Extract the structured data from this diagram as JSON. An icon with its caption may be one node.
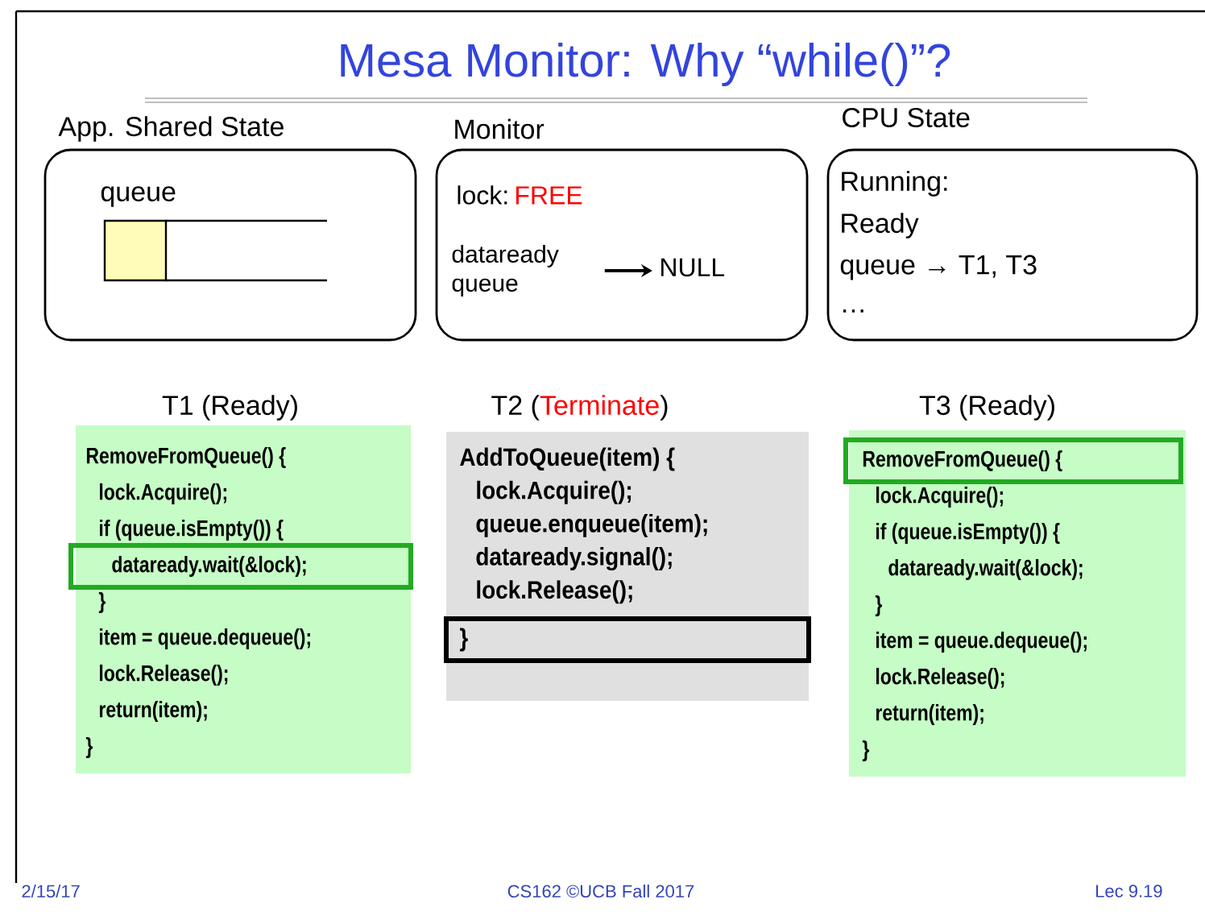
{
  "diagram": {
    "title": "Mesa Monitor: Why “while()”?",
    "nodes": [
      {
        "text": [
          "App. Shared State",
          "queue"
        ]
      },
      {
        "text": [
          "Monitor",
          "lock:",
          "FREE"
        ]
      },
      {
        "text": [
          "dataready queue"
        ],
        "in": 1
      },
      {
        "text": [
          "NULL"
        ],
        "in": 1
      },
      {
        "text": [
          "CPU State",
          "Running:",
          "Ready",
          "queue → T1, T3",
          "…"
        ]
      },
      {
        "text": [
          "T1 (Ready)",
          "RemoveFromQueue() {",
          "lock.Acquire();",
          "if (queue.isEmpty()) {",
          "dataready.wait(&lock);",
          "}",
          "item = queue.dequeue();",
          "lock.Release();",
          "return(item);",
          "}"
        ]
      },
      {
        "text": [
          "T2 (",
          "Terminate",
          ")",
          "AddToQueue(item) {",
          "lock.Acquire();",
          "queue.enqueue(item);",
          "dataready.signal();",
          "lock.Release();",
          "}"
        ]
      },
      {
        "text": [
          "T3 (Ready)",
          "RemoveFromQueue() {",
          "lock.Acquire();",
          "if (queue.isEmpty()) {",
          "dataready.wait(&lock);",
          "}",
          "item = queue.dequeue();",
          "lock.Release();",
          "return(item);",
          "}"
        ]
      }
    ],
    "edges": [
      {
        "from": 2,
        "to": 3,
        "arrow": "to"
      }
    ],
    "labels": [
      "2/15/17",
      "CS162 ©UCB Fall 2017",
      "Lec 9.19"
    ]
  }
}
